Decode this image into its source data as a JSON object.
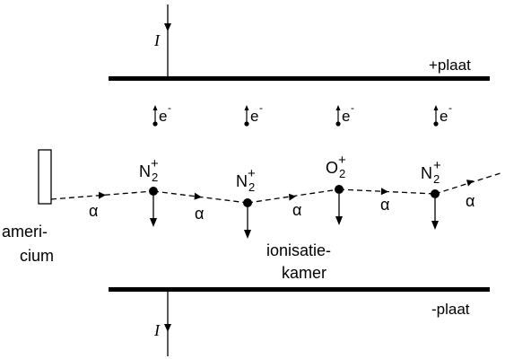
{
  "labels": {
    "current_top": "I",
    "current_bottom": "I",
    "plus_plate": "+plaat",
    "minus_plate": "-plaat",
    "americium_line1": "ameri-",
    "americium_line2": "cium",
    "chamber_line1": "ionisatie-",
    "chamber_line2": "kamer",
    "alpha": "α",
    "electron": "e",
    "electron_charge": "-"
  },
  "ions": [
    {
      "base": "N",
      "sub": "2",
      "sup": "+"
    },
    {
      "base": "N",
      "sub": "2",
      "sup": "+"
    },
    {
      "base": "O",
      "sub": "2",
      "sup": "+"
    },
    {
      "base": "N",
      "sub": "2",
      "sup": "+"
    }
  ]
}
